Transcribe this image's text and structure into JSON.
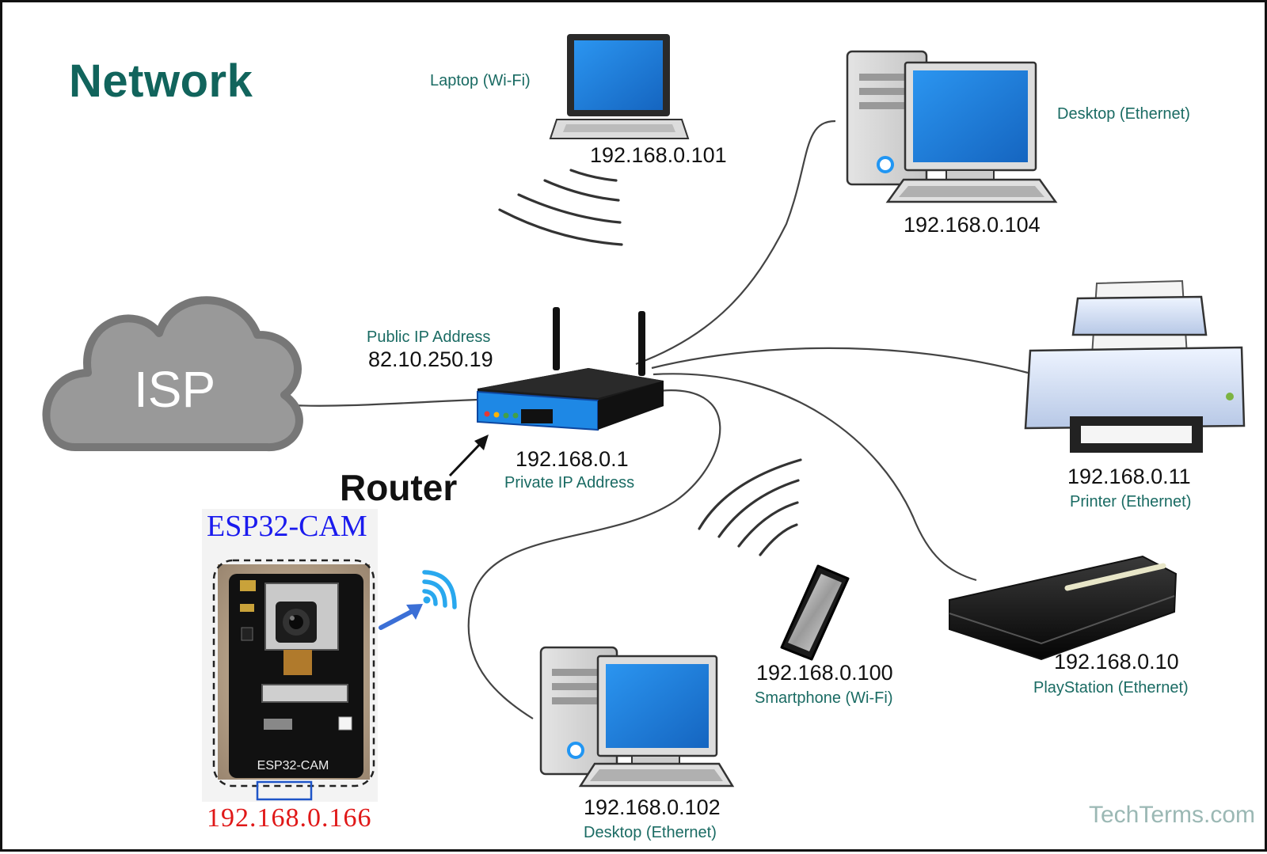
{
  "title": "Network",
  "isp": {
    "label": "ISP"
  },
  "router": {
    "public_caption": "Public IP Address",
    "public_ip": "82.10.250.19",
    "private_ip": "192.168.0.1",
    "private_caption": "Private IP Address",
    "name": "Router"
  },
  "devices": {
    "laptop": {
      "caption": "Laptop (Wi-Fi)",
      "ip": "192.168.0.101"
    },
    "desktop_top": {
      "caption": "Desktop (Ethernet)",
      "ip": "192.168.0.104"
    },
    "printer": {
      "caption": "Printer (Ethernet)",
      "ip": "192.168.0.11"
    },
    "playstation": {
      "caption": "PlayStation (Ethernet)",
      "ip": "192.168.0.10"
    },
    "smartphone": {
      "caption": "Smartphone (Wi-Fi)",
      "ip": "192.168.0.100"
    },
    "desktop_bottom": {
      "caption": "Desktop (Ethernet)",
      "ip": "192.168.0.102"
    }
  },
  "esp32": {
    "title": "ESP32-CAM",
    "board_text": "ESP32-CAM",
    "ip": "192.168.0.166"
  },
  "watermark": "TechTerms.com",
  "colors": {
    "title": "#11645c",
    "caption": "#1a6b63",
    "cloud": "#8a8a8a",
    "router_blue": "#1e88e5",
    "esp_title": "#1a1aee",
    "esp_ip": "#e01818",
    "watermark": "#9bb8b4"
  }
}
